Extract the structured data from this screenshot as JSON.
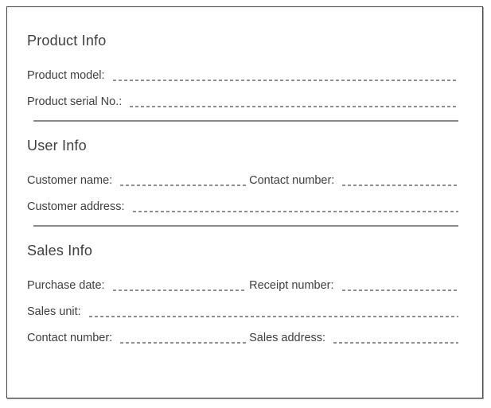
{
  "colors": {
    "background": "#ffffff",
    "text": "#3e3e3e",
    "dash": "#8f8f8f",
    "divider": "#8a8a8a",
    "border": "#464646"
  },
  "sections": [
    {
      "title": "Product Info",
      "rows": [
        {
          "fields": [
            {
              "label": "Product model:",
              "value": ""
            }
          ]
        },
        {
          "fields": [
            {
              "label": "Product serial No.:",
              "value": ""
            }
          ]
        }
      ]
    },
    {
      "title": "User Info",
      "rows": [
        {
          "fields": [
            {
              "label": "Customer name:",
              "value": ""
            },
            {
              "label": "Contact number:",
              "value": ""
            }
          ]
        },
        {
          "fields": [
            {
              "label": "Customer address:",
              "value": ""
            }
          ]
        }
      ]
    },
    {
      "title": "Sales Info",
      "rows": [
        {
          "fields": [
            {
              "label": "Purchase date:",
              "value": ""
            },
            {
              "label": "Receipt number:",
              "value": ""
            }
          ]
        },
        {
          "fields": [
            {
              "label": "Sales unit:",
              "value": ""
            }
          ]
        },
        {
          "fields": [
            {
              "label": "Contact number:",
              "value": ""
            },
            {
              "label": "Sales address:",
              "value": ""
            }
          ]
        }
      ]
    }
  ]
}
